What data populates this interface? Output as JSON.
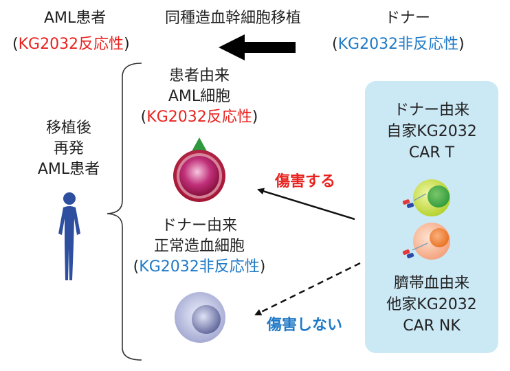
{
  "header": {
    "patient_title": "AML患者",
    "patient_paren_open": "(",
    "patient_tag": "KG2032反応性",
    "patient_paren_close": ")",
    "transplant_label": "同種造血幹細胞移植",
    "donor_title": "ドナー",
    "donor_paren_open": "(",
    "donor_tag": "KG2032非反応性",
    "donor_paren_close": ")"
  },
  "patient": {
    "line1": "移植後",
    "line2": "再発",
    "line3": "AML患者"
  },
  "aml_cell": {
    "line1": "患者由来",
    "line2": "AML細胞",
    "paren_open": "(",
    "tag": "KG2032反応性",
    "paren_close": ")"
  },
  "normal_cell": {
    "line1": "ドナー由来",
    "line2": "正常造血細胞",
    "paren_open": "(",
    "tag": "KG2032非反応性",
    "paren_close": ")"
  },
  "car_t": {
    "line1": "ドナー由来",
    "line2": "自家KG2032",
    "line3": "CAR T"
  },
  "car_nk": {
    "line1": "臍帯血由来",
    "line2": "他家KG2032",
    "line3": "CAR NK"
  },
  "arrows": {
    "damage": "傷害する",
    "no_damage": "傷害しない"
  },
  "colors": {
    "reactive": "#e8231f",
    "non_reactive": "#1f79c6",
    "panel_bg": "#cbe8f5",
    "person": "#2e4fa0"
  }
}
